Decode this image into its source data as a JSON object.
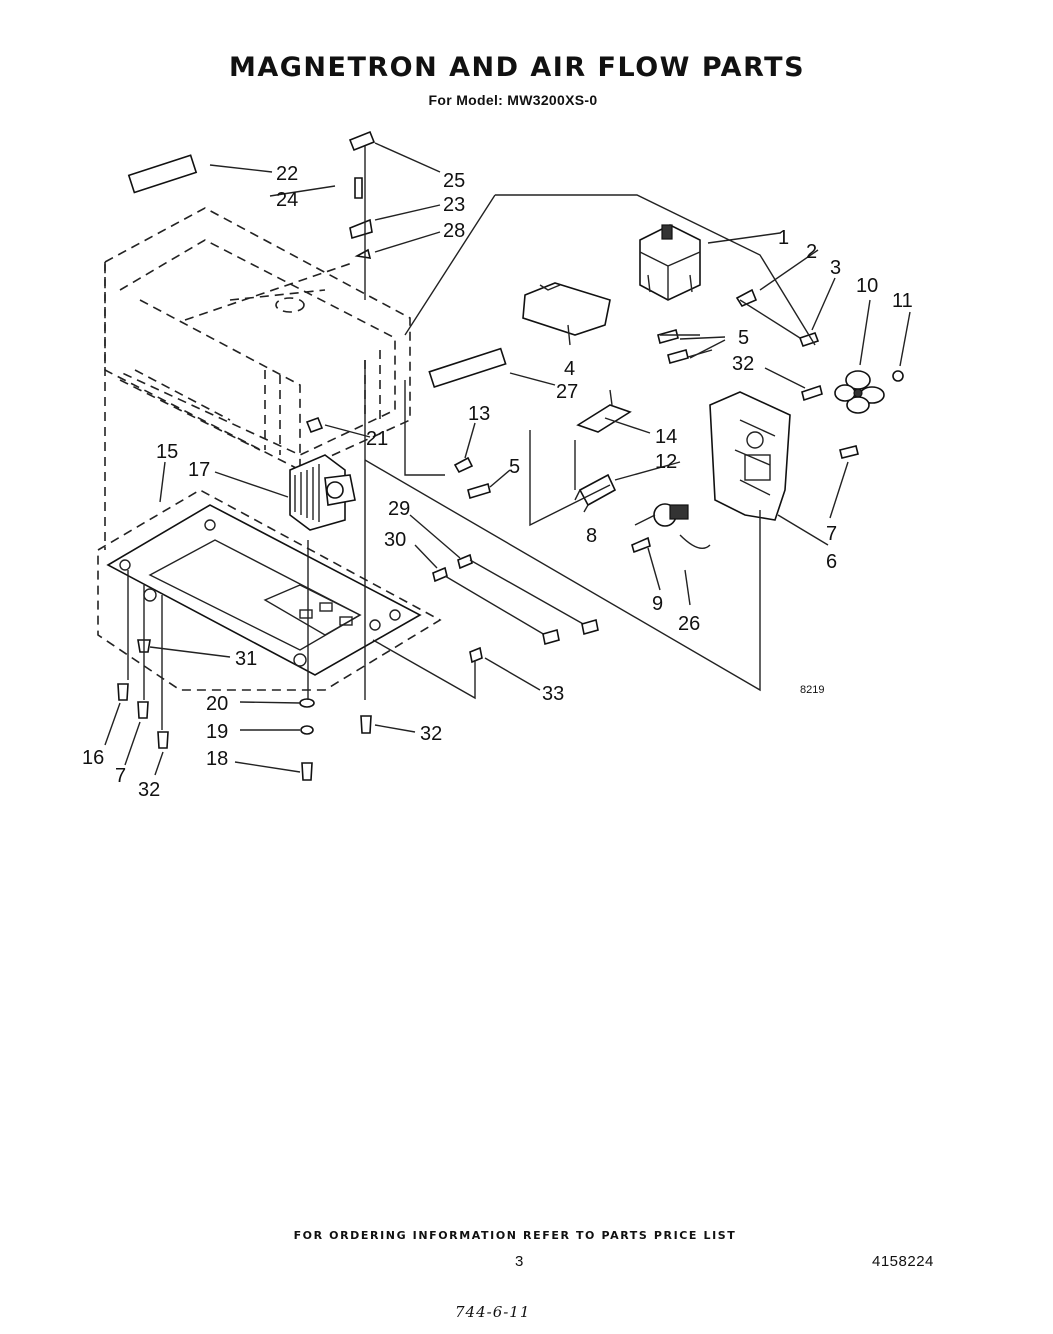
{
  "header": {
    "title": "MAGNETRON AND AIR FLOW PARTS",
    "subtitle": "For Model: MW3200XS-0"
  },
  "diagram": {
    "figure_code": "8219",
    "callouts": {
      "c1": "1",
      "c2": "2",
      "c3": "3",
      "c4": "4",
      "c5a": "5",
      "c5b": "5",
      "c6": "6",
      "c7a": "7",
      "c7b": "7",
      "c8": "8",
      "c9": "9",
      "c10": "10",
      "c11": "11",
      "c12": "12",
      "c13": "13",
      "c14": "14",
      "c15": "15",
      "c16": "16",
      "c17": "17",
      "c18": "18",
      "c19": "19",
      "c20": "20",
      "c21": "21",
      "c22": "22",
      "c23": "23",
      "c24": "24",
      "c25": "25",
      "c26": "26",
      "c27": "27",
      "c28": "28",
      "c29": "29",
      "c30": "30",
      "c31": "31",
      "c32a": "32",
      "c32b": "32",
      "c32c": "32",
      "c33": "33"
    }
  },
  "footer": {
    "note": "FOR ORDERING INFORMATION REFER TO PARTS PRICE LIST",
    "page": "3",
    "doc_number": "4158224",
    "handwritten": "744-6-11"
  }
}
